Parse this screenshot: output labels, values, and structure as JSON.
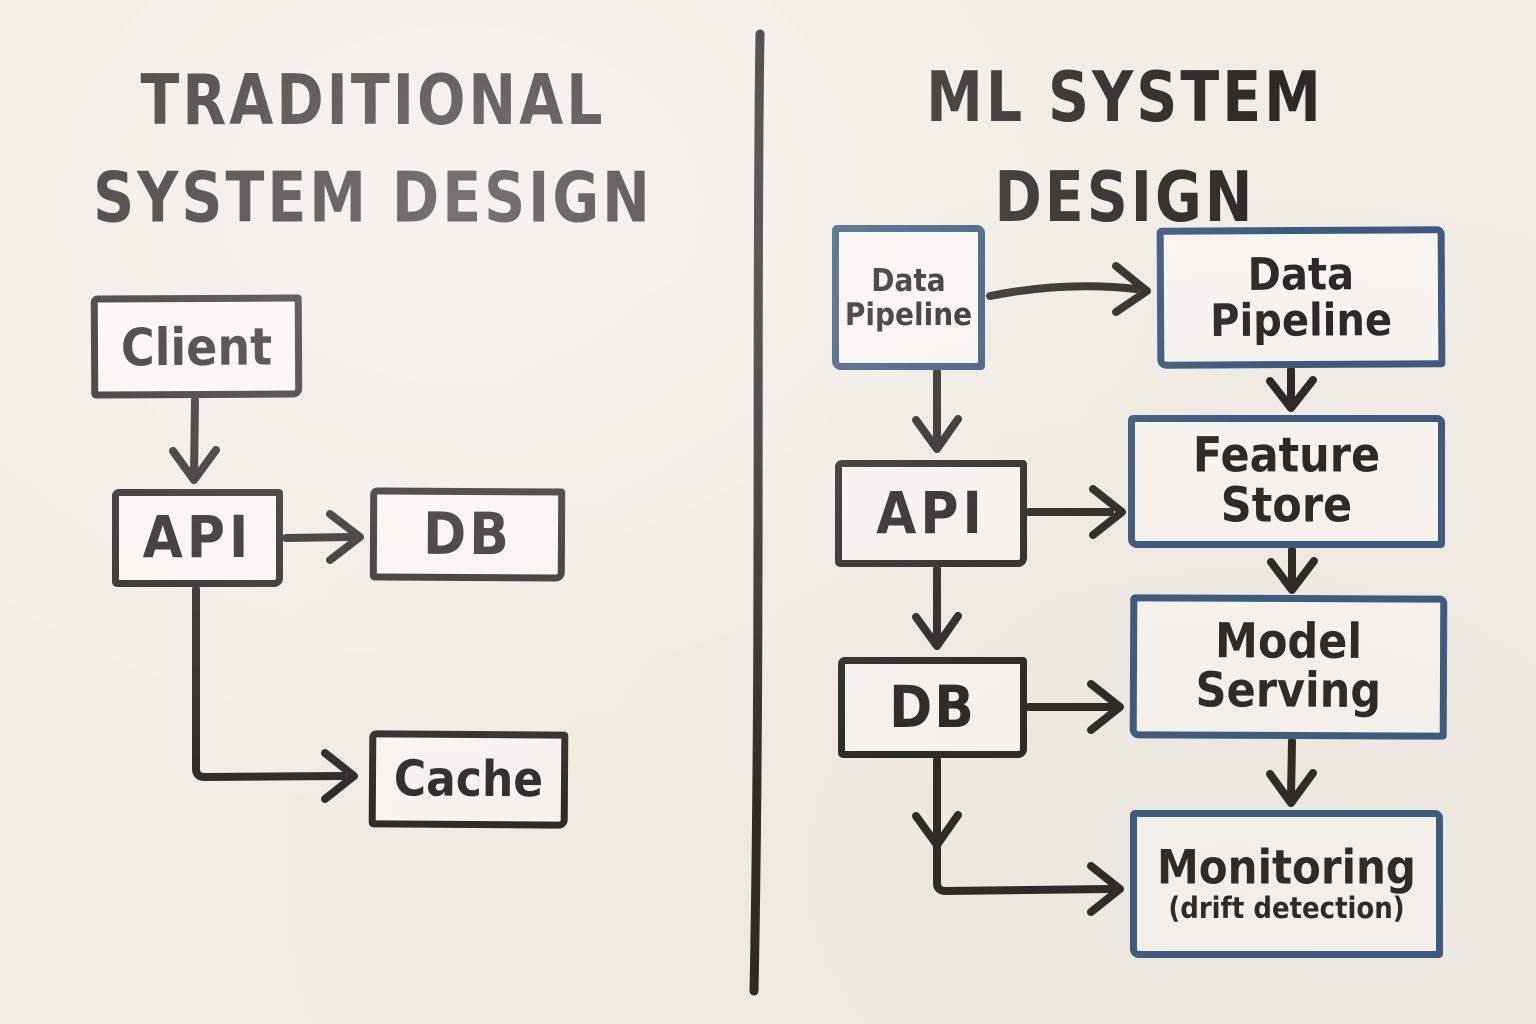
{
  "page": {
    "background": "#f1ede6",
    "paper": "#f8f6f1",
    "ink": "#2b2925",
    "accent_blue": "#3d5a7e"
  },
  "left_panel": {
    "title_line1": "TRADITIONAL",
    "title_line2": "SYSTEM DESIGN",
    "nodes": {
      "client": {
        "label": "Client"
      },
      "api": {
        "label": "API"
      },
      "db": {
        "label": "DB"
      },
      "cache": {
        "label": "Cache"
      }
    },
    "edges": [
      {
        "from": "Client",
        "to": "API"
      },
      {
        "from": "API",
        "to": "DB"
      },
      {
        "from": "API",
        "to": "Cache"
      }
    ]
  },
  "right_panel": {
    "title_line1": "ML SYSTEM",
    "title_line2": "DESIGN",
    "nodes": {
      "data_pipeline_source": {
        "line1": "Data",
        "line2": "Pipeline"
      },
      "data_pipeline": {
        "line1": "Data",
        "line2": "Pipeline"
      },
      "api": {
        "label": "API"
      },
      "feature_store": {
        "line1": "Feature",
        "line2": "Store"
      },
      "db": {
        "label": "DB"
      },
      "model_serving": {
        "line1": "Model",
        "line2": "Serving"
      },
      "monitoring": {
        "label": "Monitoring",
        "sublabel": "(drift detection)"
      }
    },
    "edges": [
      {
        "from": "Data Pipeline (source)",
        "to": "Data Pipeline"
      },
      {
        "from": "Data Pipeline (source)",
        "to": "API"
      },
      {
        "from": "Data Pipeline",
        "to": "Feature Store"
      },
      {
        "from": "API",
        "to": "Feature Store"
      },
      {
        "from": "API",
        "to": "DB"
      },
      {
        "from": "DB",
        "to": "Model Serving"
      },
      {
        "from": "Feature Store",
        "to": "Model Serving"
      },
      {
        "from": "Model Serving",
        "to": "Monitoring"
      },
      {
        "from": "DB",
        "to": "Monitoring"
      }
    ]
  }
}
